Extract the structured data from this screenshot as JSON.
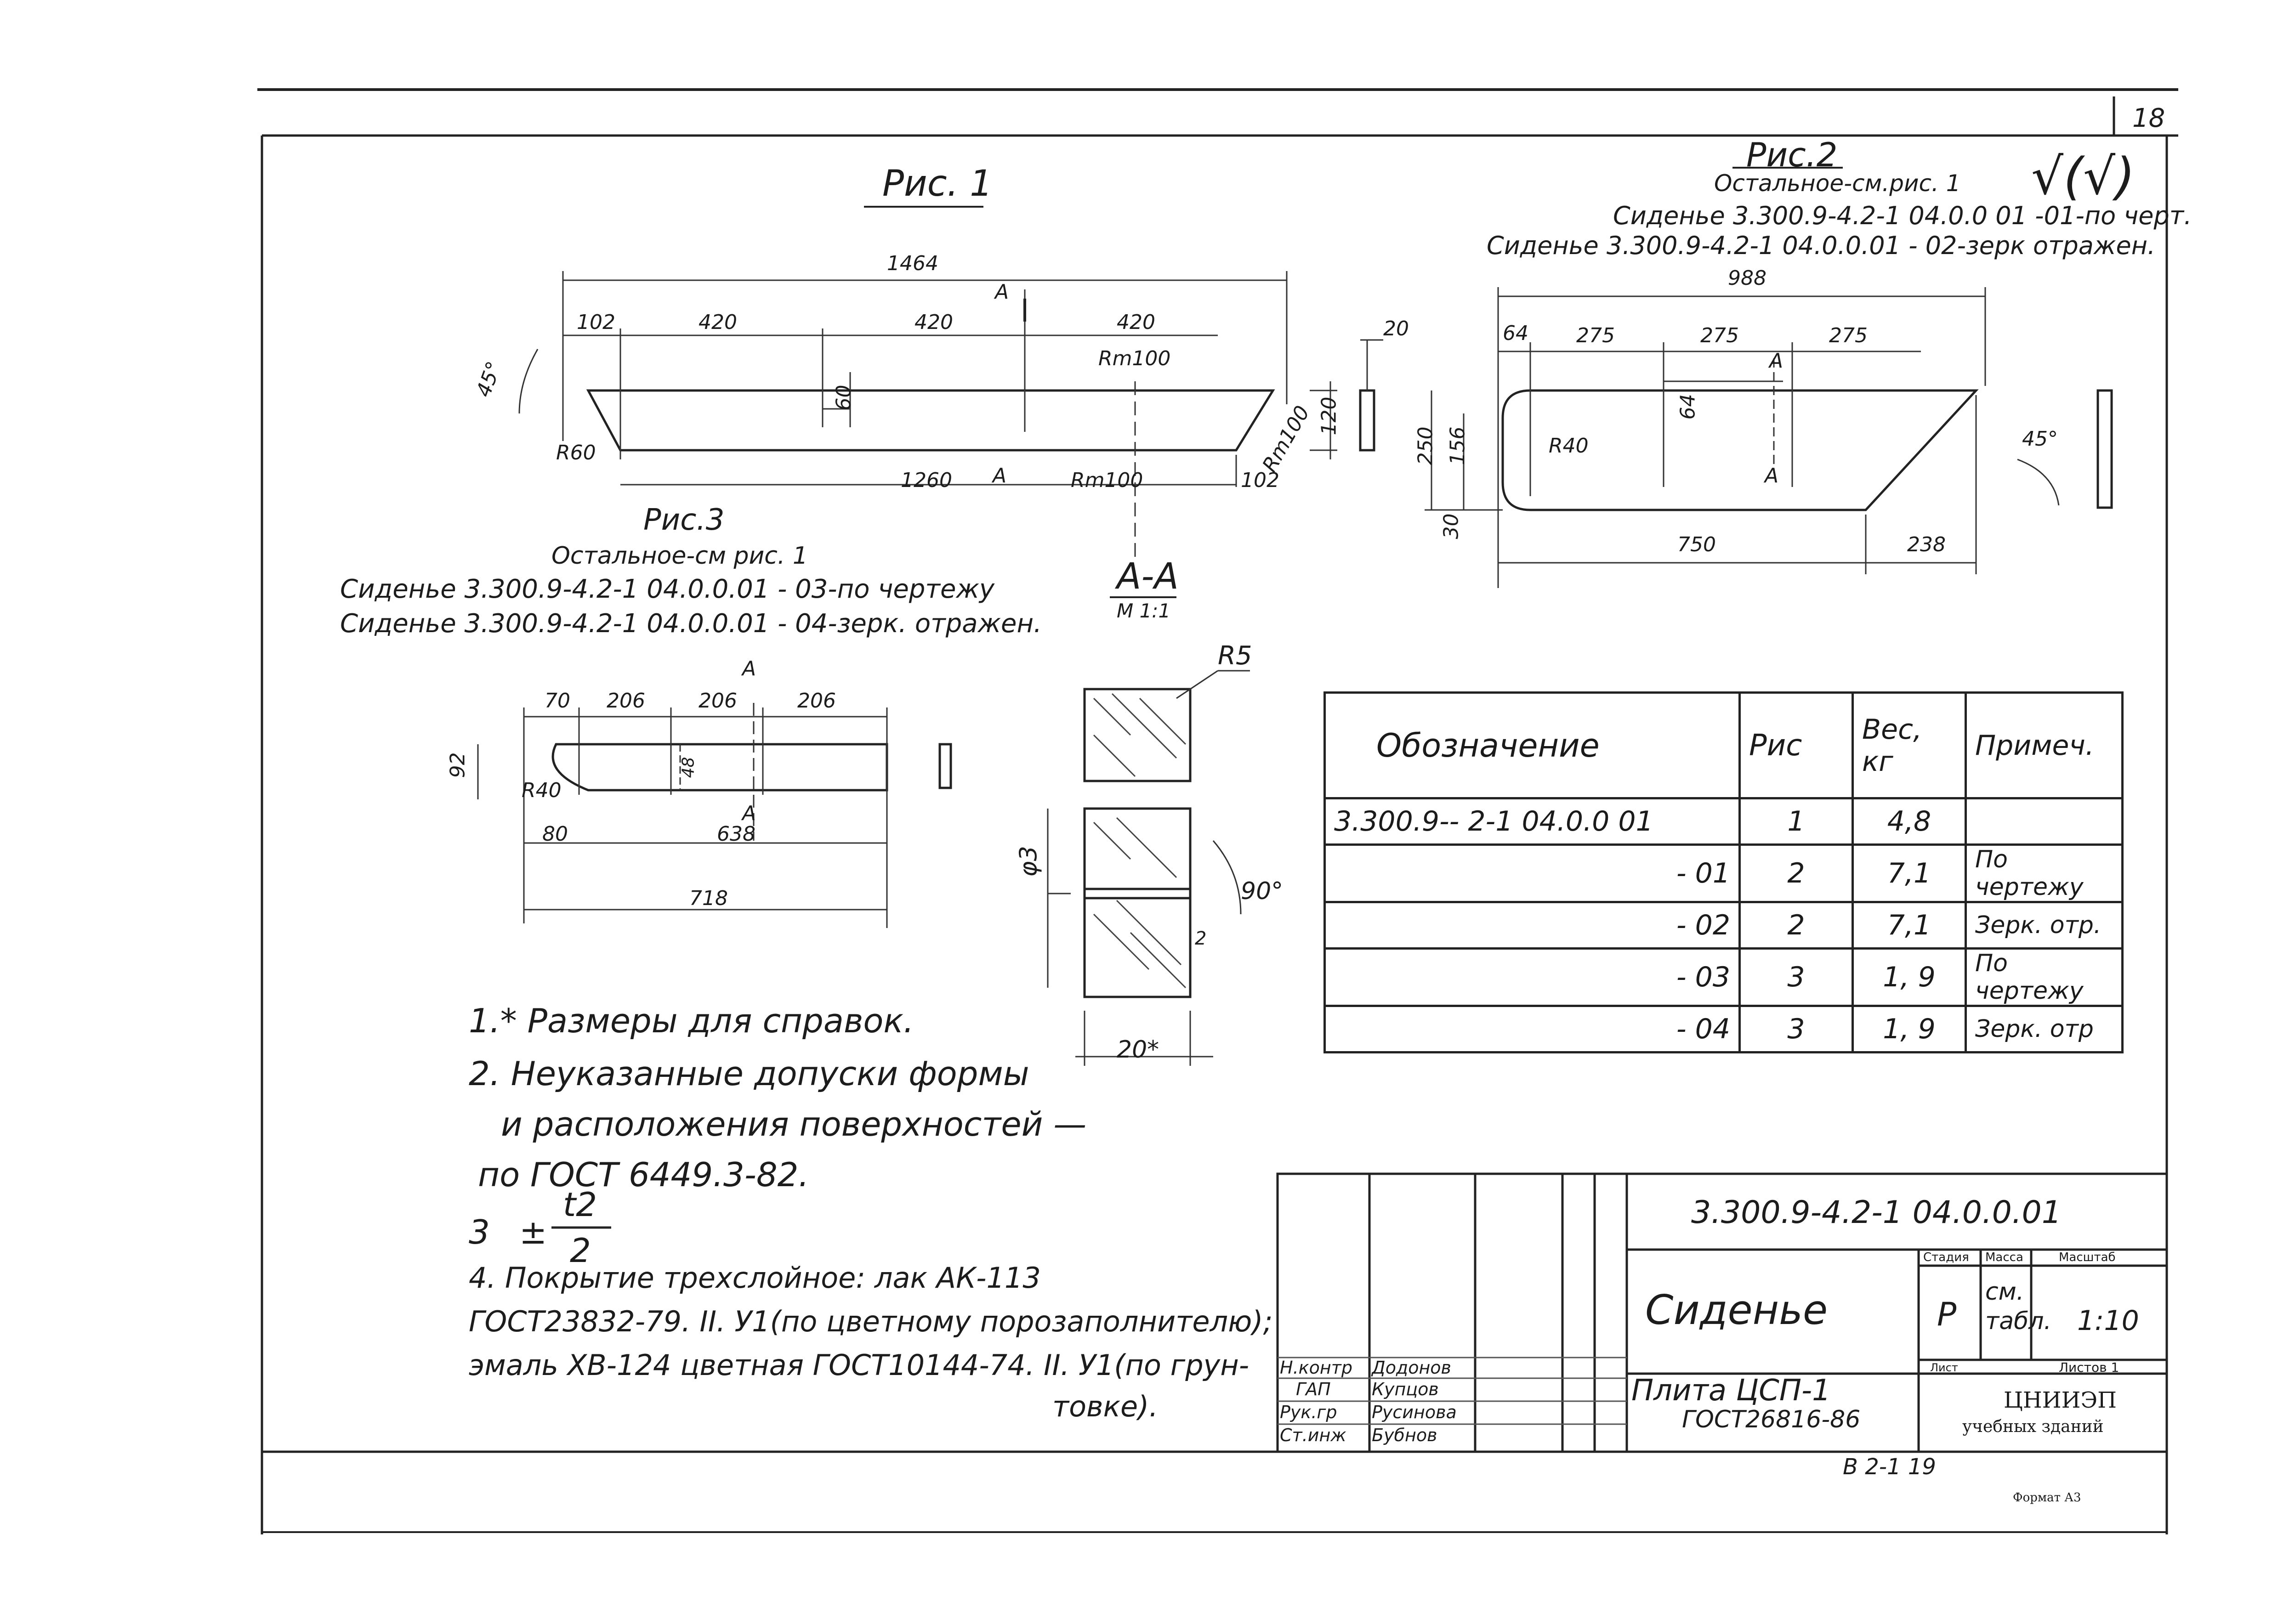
{
  "sheet_number": "18",
  "corner_mark": "√(√)",
  "fig1": {
    "title": "Рис. 1",
    "dims": {
      "overall": "1464",
      "d102a": "102",
      "d420a": "420",
      "d420b": "420",
      "d420c": "420",
      "rm100a": "Rm100",
      "h60": "60",
      "h120": "120",
      "r60": "R60",
      "d1260": "1260",
      "rm100b": "Rm100",
      "rm100c": "Rm100",
      "d102b": "102",
      "angle": "45°",
      "t20": "20",
      "sectA1": "A",
      "sectA2": "A"
    }
  },
  "fig2": {
    "title": "Рис.2",
    "caption_lines": [
      "Остальное-см.рис. 1",
      "Сиденье 3.300.9-4.2-1 04.0.0 01 -01-по черт.",
      "Сиденье 3.300.9-4.2-1 04.0.0.01 - 02-зерк отражен."
    ],
    "dims": {
      "overall": "988",
      "d64": "64",
      "d275a": "275",
      "d275b": "275",
      "d275c": "275",
      "h64": "64",
      "h250": "250",
      "h156": "156",
      "r40": "R40",
      "h30": "30",
      "d750": "750",
      "d238": "238",
      "angle": "45°",
      "sectA1": "A",
      "sectA2": "A"
    }
  },
  "fig3": {
    "title": "Рис.3",
    "caption_lines": [
      "Остальное-см рис. 1",
      "Сиденье 3.300.9-4.2-1 04.0.0.01 - 03-по чертежу",
      "Сиденье 3.300.9-4.2-1 04.0.0.01 - 04-зерк. отражен."
    ],
    "dims": {
      "d70": "70",
      "d206a": "206",
      "d206b": "206",
      "d206c": "206",
      "h92": "92",
      "h48": "48",
      "r40": "R40",
      "d80": "80",
      "d638": "638",
      "d718": "718",
      "sectA1": "A",
      "sectA2": "A"
    }
  },
  "section": {
    "title": "А-А",
    "scale": "М 1:1",
    "r5": "R5",
    "phi3": "φ3",
    "angle": "90°",
    "d2": "2",
    "d20": "20*"
  },
  "notes": {
    "n1": "1.* Размеры для справок.",
    "n2a": "2. Неуказанные допуски формы",
    "n2b": "и расположения поверхностей —",
    "n2c": "по ГОСТ 6449.3-82.",
    "n3_prefix": "3",
    "n3_num": "t2",
    "n3_den": "2",
    "n4a": "4. Покрытие трехслойное: лак АК-113",
    "n4b": "ГОСТ23832-79. II. У1(по цветному порозаполнителю);",
    "n4c": "эмаль ХВ-124 цветная ГОСТ10144-74. II. У1(по грун-",
    "n4d": "товке)."
  },
  "spec_table": {
    "headers": [
      "Обозначение",
      "Рис",
      "Вес, кг",
      "Примеч."
    ],
    "rows": [
      [
        "3.300.9-- 2-1 04.0.0 01",
        "1",
        "4,8",
        ""
      ],
      [
        "- 01",
        "2",
        "7,1",
        "По чертежу"
      ],
      [
        "- 02",
        "2",
        "7,1",
        "Зерк. отр."
      ],
      [
        "- 03",
        "3",
        "1, 9",
        "По чертежу"
      ],
      [
        "- 04",
        "3",
        "1, 9",
        "Зерк. отр"
      ]
    ]
  },
  "title_block": {
    "designation": "3.300.9-4.2-1 04.0.0.01",
    "item_name": "Сиденье",
    "stage_label": "Стадия",
    "mass_label": "Масса",
    "scale_label": "Масштаб",
    "stage": "Р",
    "mass": "см. табл.",
    "scale": "1:10",
    "sheet_label": "Лист",
    "sheets_label": "Листов 1",
    "material_line1": "Плита ЦСП-1",
    "material_line2": "ГОСТ26816-86",
    "org_line1": "ЦНИИЭП",
    "org_line2": "учебных зданий",
    "roles": [
      "Н.контр",
      "ГАП",
      "Рук.гр",
      "Ст.инж"
    ],
    "names": [
      "Додонов",
      "Купцов",
      "Русинова",
      "Бубнов"
    ],
    "footer_code": "В 2-1 19",
    "format": "Формат А3"
  }
}
